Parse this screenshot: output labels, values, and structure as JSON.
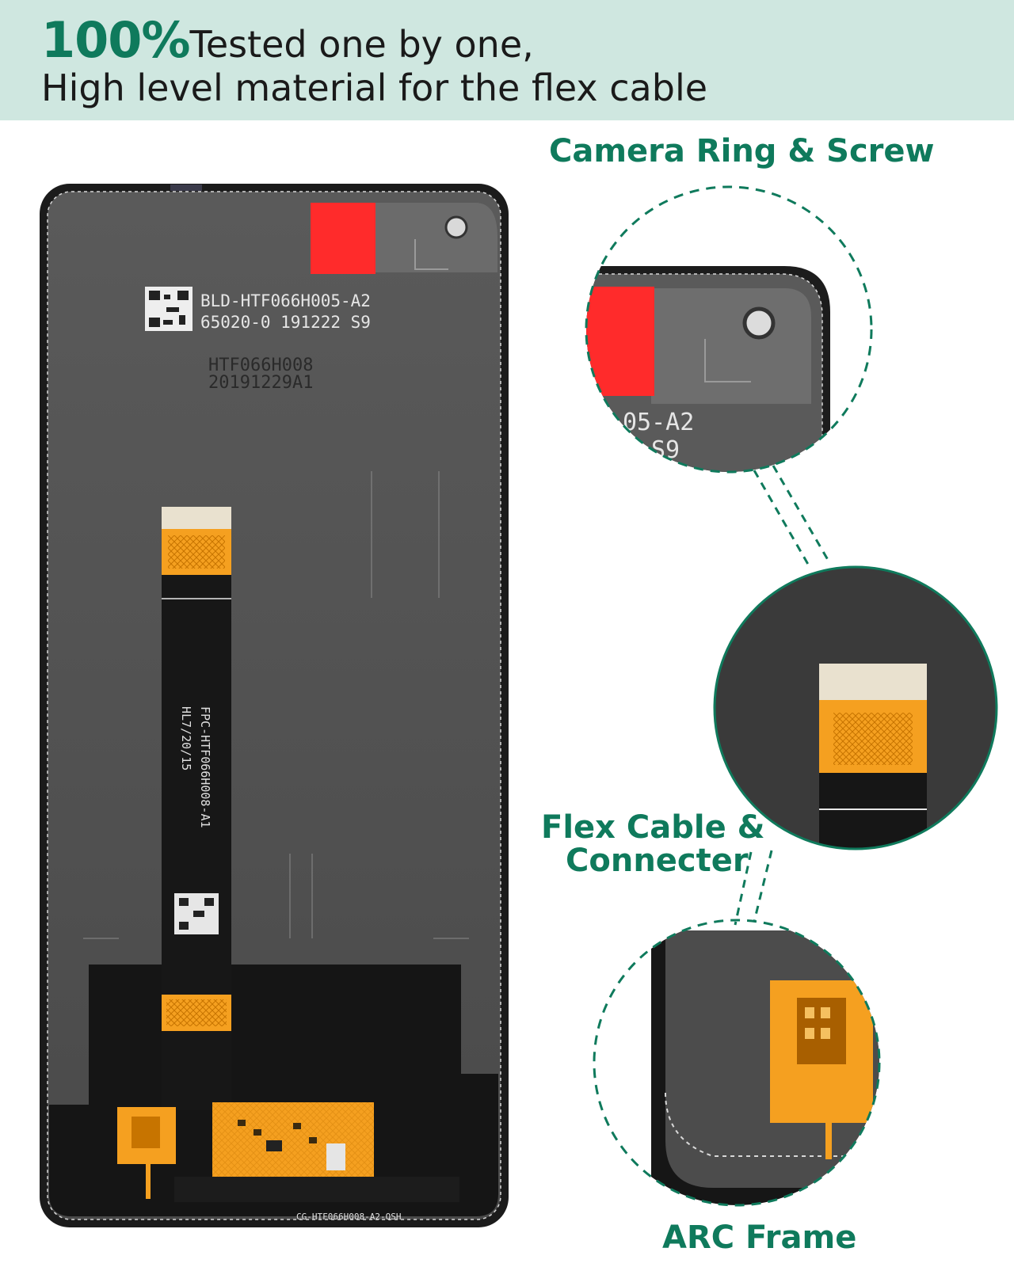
{
  "banner": {
    "percent": "100%",
    "line1_rest": "Tested one by one,",
    "line2": "High level material for the flex cable"
  },
  "callouts": {
    "camera": "Camera Ring & Screw",
    "flex_line1": "Flex Cable &",
    "flex_line2": "Connecter",
    "arc": "ARC Frame"
  },
  "screen": {
    "model_line1": "BLD-HTF066H005-A2",
    "model_line2": "65020-0  191222  S9",
    "stamp_line1": "HTF066H008",
    "stamp_line2": "20191229A1",
    "fpc_line1": "FPC-HTF066H008-A1",
    "fpc_line2": "HL7/20/15",
    "bottom_code": "CG-HTF066H008-A2-QSH"
  },
  "zoom_camera": {
    "text_line1": "05-A2",
    "text_line2": "S9"
  },
  "colors": {
    "brand_green": "#0f7a5c",
    "banner_bg": "#cfe7e0",
    "flex_orange": "#f5a020",
    "tape_red": "#ff2b2b"
  }
}
